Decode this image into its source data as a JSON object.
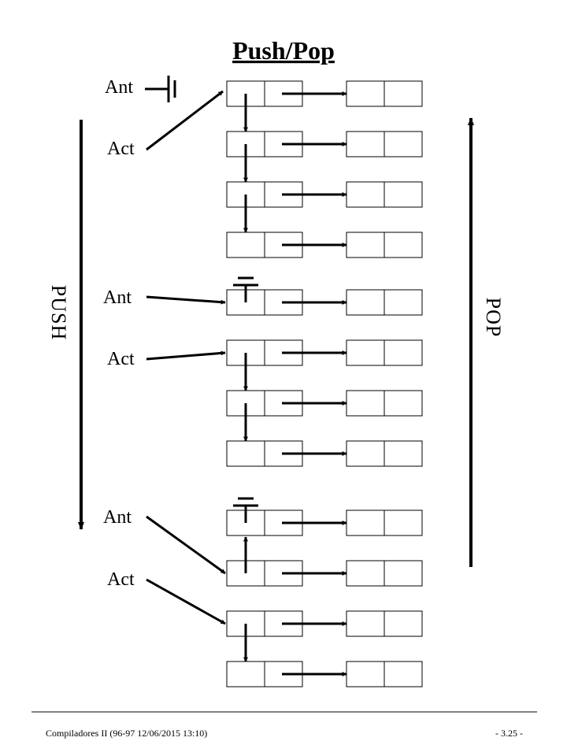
{
  "title": "Push/Pop",
  "labels": {
    "ant": "Ant",
    "act": "Act",
    "push": "PUSH",
    "pop": "POP"
  },
  "footer": {
    "left": "Compiladores II (96-97  12/06/2015  13:10)",
    "right": "- 3.25 -"
  },
  "colors": {
    "ink": "#000000",
    "background": "#ffffff"
  },
  "stages": [
    {
      "nodes": 4,
      "ant": "null",
      "act": "node-1",
      "head_null": false
    },
    {
      "nodes": 4,
      "ant": "node-1",
      "act": "node-2",
      "head_null": true
    },
    {
      "nodes": 4,
      "ant": "node-2",
      "act": "node-3",
      "head_null": true,
      "first_link_reversed": true
    }
  ]
}
